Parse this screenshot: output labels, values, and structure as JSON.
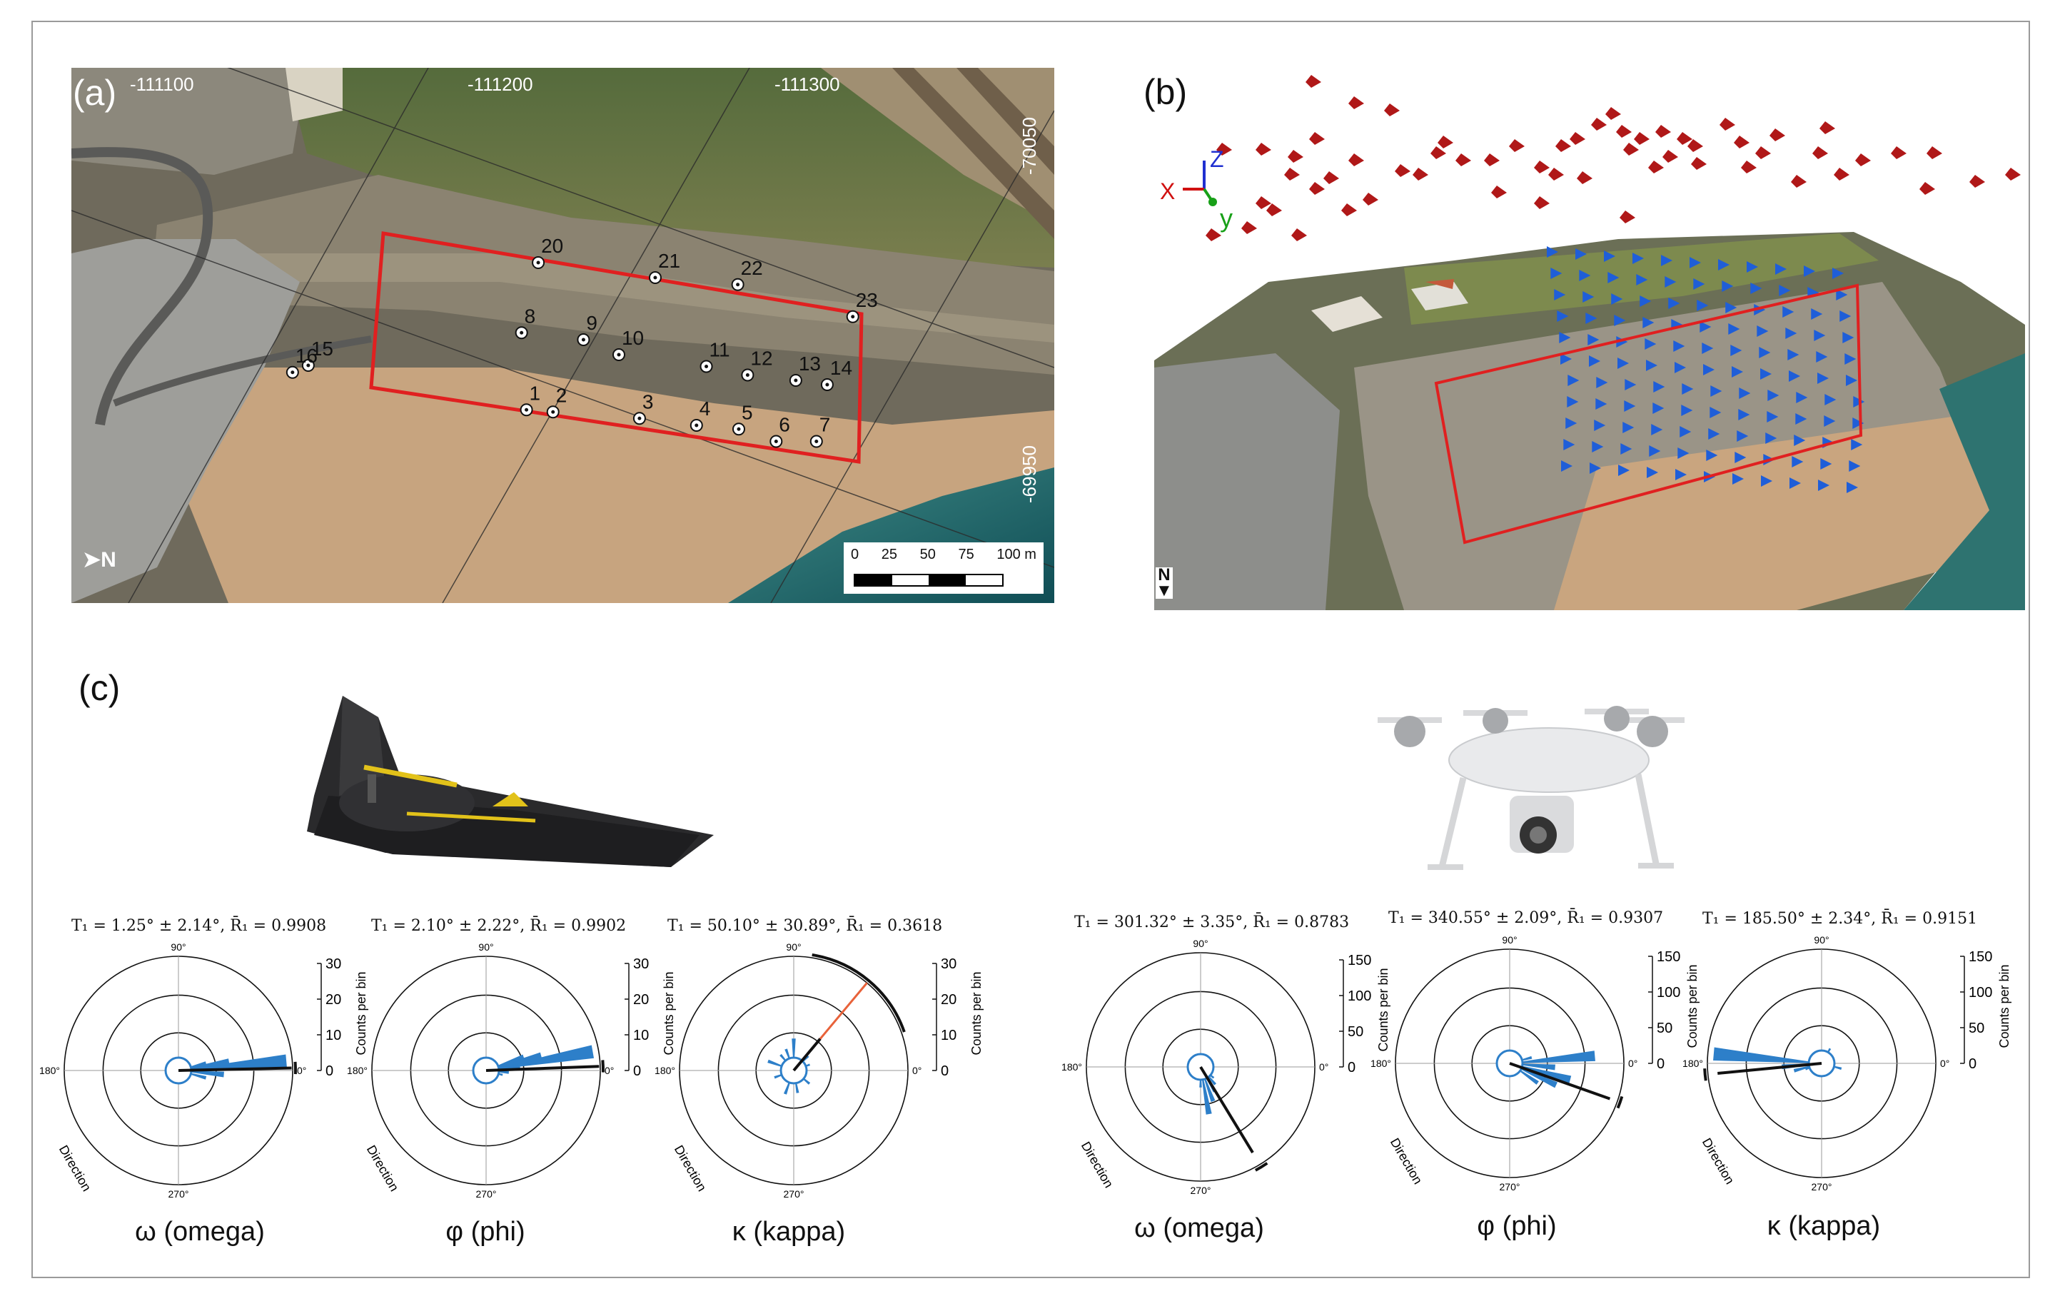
{
  "panels": {
    "a": "(a)",
    "b": "(b)",
    "c": "(c)"
  },
  "map_a": {
    "x_coords": [
      "-111100",
      "-111200",
      "-111300"
    ],
    "y_coords": [
      "-70050",
      "-69950"
    ],
    "points": [
      {
        "id": "1",
        "x": 0.463,
        "y": 0.639
      },
      {
        "id": "2",
        "x": 0.49,
        "y": 0.643
      },
      {
        "id": "3",
        "x": 0.578,
        "y": 0.655
      },
      {
        "id": "4",
        "x": 0.636,
        "y": 0.668
      },
      {
        "id": "5",
        "x": 0.679,
        "y": 0.675
      },
      {
        "id": "6",
        "x": 0.717,
        "y": 0.698
      },
      {
        "id": "7",
        "x": 0.758,
        "y": 0.698
      },
      {
        "id": "8",
        "x": 0.458,
        "y": 0.495
      },
      {
        "id": "9",
        "x": 0.521,
        "y": 0.508
      },
      {
        "id": "10",
        "x": 0.557,
        "y": 0.536
      },
      {
        "id": "11",
        "x": 0.646,
        "y": 0.558
      },
      {
        "id": "12",
        "x": 0.688,
        "y": 0.574
      },
      {
        "id": "13",
        "x": 0.737,
        "y": 0.584
      },
      {
        "id": "14",
        "x": 0.769,
        "y": 0.592
      },
      {
        "id": "15",
        "x": 0.241,
        "y": 0.556
      },
      {
        "id": "16",
        "x": 0.225,
        "y": 0.569
      },
      {
        "id": "20",
        "x": 0.475,
        "y": 0.364
      },
      {
        "id": "21",
        "x": 0.594,
        "y": 0.392
      },
      {
        "id": "22",
        "x": 0.678,
        "y": 0.405
      },
      {
        "id": "23",
        "x": 0.795,
        "y": 0.465
      }
    ],
    "scale": {
      "ticks": [
        "0",
        "25",
        "50",
        "75",
        "100 m"
      ]
    },
    "north": "N"
  },
  "map_b": {
    "axes": {
      "x": "X",
      "y": "y",
      "z": "Z"
    },
    "north": "N"
  },
  "roses": [
    {
      "title": "T₁ = 1.25° ± 2.14°, R̄₁ = 0.9908",
      "angle": "ω (omega)",
      "r_ticks": [
        "30",
        "20",
        "10",
        "0"
      ],
      "mean_deg": 1.25,
      "arc_deg": 2.14,
      "r_mean": 0.9908,
      "bins": [
        {
          "deg": 5,
          "len": 0.95
        },
        {
          "deg": 10,
          "len": 0.45
        },
        {
          "deg": 355,
          "len": 0.4
        },
        {
          "deg": 15,
          "len": 0.25
        },
        {
          "deg": 345,
          "len": 0.25
        },
        {
          "deg": 25,
          "len": 0.12
        },
        {
          "deg": 335,
          "len": 0.12
        }
      ]
    },
    {
      "title": "T₁ = 2.10° ± 2.22°, R̄₁ = 0.9902",
      "angle": "φ (phi)",
      "r_ticks": [
        "30",
        "20",
        "10",
        "0"
      ],
      "mean_deg": 2.1,
      "arc_deg": 2.22,
      "r_mean": 0.9902,
      "bins": [
        {
          "deg": 10,
          "len": 0.95
        },
        {
          "deg": 15,
          "len": 0.5
        },
        {
          "deg": 20,
          "len": 0.35
        },
        {
          "deg": 5,
          "len": 0.3
        },
        {
          "deg": 355,
          "len": 0.2
        },
        {
          "deg": 345,
          "len": 0.15
        }
      ]
    },
    {
      "title": "T₁ = 50.10° ± 30.89°, R̄₁ = 0.3618",
      "angle": "κ (kappa)",
      "r_ticks": [
        "30",
        "20",
        "10",
        "0"
      ],
      "mean_deg": 50.1,
      "arc_deg": 30.89,
      "r_mean": 0.3618,
      "bins": [
        {
          "deg": 90,
          "len": 0.28
        },
        {
          "deg": 110,
          "len": 0.2
        },
        {
          "deg": 130,
          "len": 0.18
        },
        {
          "deg": 160,
          "len": 0.24
        },
        {
          "deg": 200,
          "len": 0.18
        },
        {
          "deg": 250,
          "len": 0.22
        },
        {
          "deg": 280,
          "len": 0.2
        },
        {
          "deg": 320,
          "len": 0.18
        },
        {
          "deg": 45,
          "len": 0.18
        },
        {
          "deg": 20,
          "len": 0.15
        }
      ]
    },
    {
      "title": "T₁ = 301.32° ± 3.35°, R̄₁ = 0.8783",
      "angle": "ω (omega)",
      "r_ticks": [
        "150",
        "100",
        "50",
        "0"
      ],
      "mean_deg": 301.32,
      "arc_deg": 3.35,
      "r_mean": 0.8783,
      "bins": [
        {
          "deg": 280,
          "len": 0.42
        },
        {
          "deg": 290,
          "len": 0.32
        },
        {
          "deg": 300,
          "len": 0.25
        },
        {
          "deg": 310,
          "len": 0.2
        },
        {
          "deg": 270,
          "len": 0.18
        },
        {
          "deg": 320,
          "len": 0.15
        }
      ]
    },
    {
      "title": "T₁ = 340.55° ± 2.09°, R̄₁ = 0.9307",
      "angle": "φ (phi)",
      "r_ticks": [
        "150",
        "100",
        "50",
        "0"
      ],
      "mean_deg": 340.55,
      "arc_deg": 2.09,
      "r_mean": 0.9307,
      "bins": [
        {
          "deg": 5,
          "len": 0.75
        },
        {
          "deg": 345,
          "len": 0.55
        },
        {
          "deg": 335,
          "len": 0.45
        },
        {
          "deg": 355,
          "len": 0.4
        },
        {
          "deg": 325,
          "len": 0.3
        },
        {
          "deg": 15,
          "len": 0.2
        }
      ]
    },
    {
      "title": "T₁ = 185.50° ± 2.34°, R̄₁ = 0.9151",
      "angle": "κ (kappa)",
      "r_ticks": [
        "150",
        "100",
        "50",
        "0"
      ],
      "mean_deg": 185.5,
      "arc_deg": 2.34,
      "r_mean": 0.9151,
      "bins": [
        {
          "deg": 175,
          "len": 0.95
        },
        {
          "deg": 185,
          "len": 0.35
        },
        {
          "deg": 195,
          "len": 0.25
        },
        {
          "deg": 60,
          "len": 0.15
        },
        {
          "deg": 345,
          "len": 0.18
        },
        {
          "deg": 200,
          "len": 0.15
        }
      ]
    }
  ],
  "rose_labels": {
    "deg90": "90°",
    "deg180": "180°",
    "deg0": "0°",
    "deg270": "270°",
    "direction": "Direction",
    "counts": "Counts per bin"
  },
  "colors": {
    "rose_blue": "#2d7fc9",
    "mean_line": "#111111",
    "conf_line": "#e8623a",
    "box_red": "#e02020",
    "camera_red": "#b01818",
    "camera_blue": "#1f5ed8"
  }
}
